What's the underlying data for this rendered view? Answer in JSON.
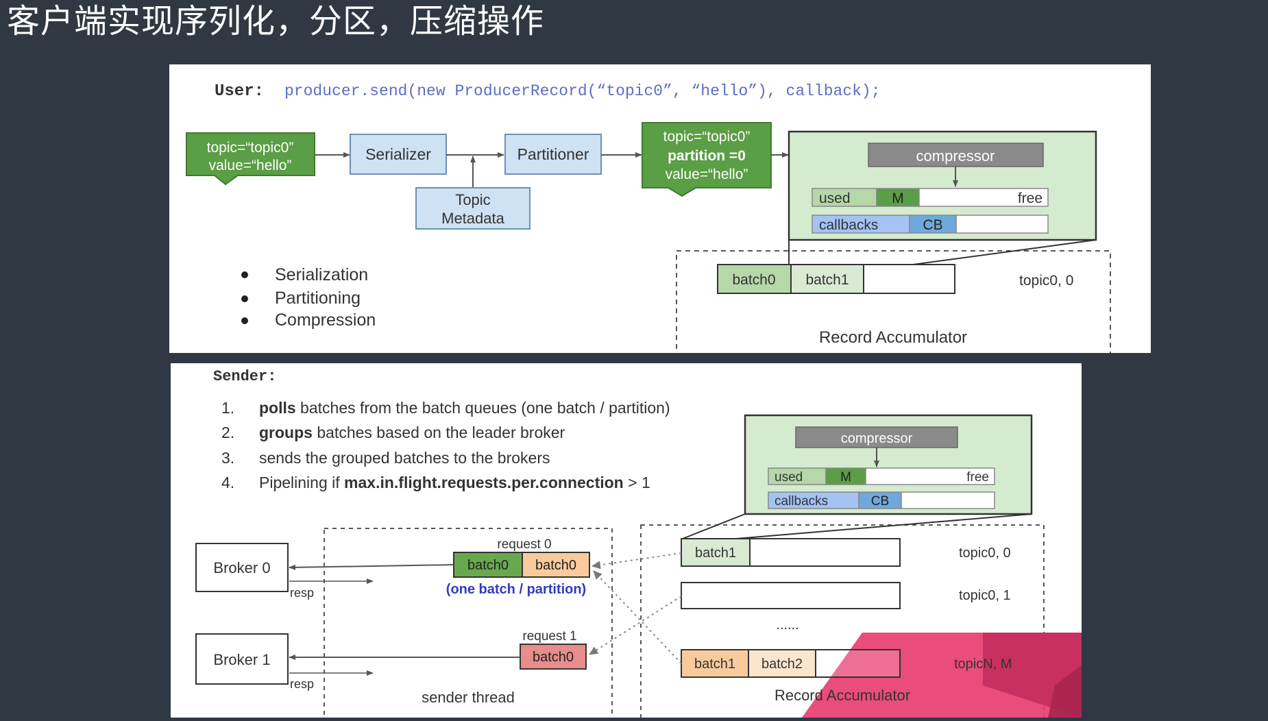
{
  "title": "客户端实现序列化，分区，压缩操作",
  "top": {
    "code_label": "User:",
    "code": "producer.send(new ProducerRecord(“topic0”, “hello”), callback);",
    "record_in": [
      "topic=“topic0”",
      "value=“hello”"
    ],
    "serializer": "Serializer",
    "partitioner": "Partitioner",
    "topic_metadata": [
      "Topic",
      "Metadata"
    ],
    "record_out": [
      "topic=“topic0”",
      "partition =0",
      "value=“hello”"
    ],
    "compressor": "compressor",
    "used": "used",
    "m": "M",
    "free": "free",
    "callbacks": "callbacks",
    "cb": "CB",
    "batch0": "batch0",
    "batch1": "batch1",
    "queue_label": "topic0, 0",
    "accumulator": "Record Accumulator",
    "bullets": [
      "Serialization",
      "Partitioning",
      "Compression"
    ]
  },
  "bottom": {
    "code_label": "Sender:",
    "steps": [
      {
        "num": "1.",
        "bold": "polls",
        "rest": " batches from the batch queues (one batch / partition)"
      },
      {
        "num": "2.",
        "bold": "groups",
        "rest": " batches based on the leader broker"
      },
      {
        "num": "3.",
        "pre": "sends the grouped batches to the brokers"
      },
      {
        "num": "4.",
        "pre": "Pipelining if ",
        "bold": "max.in.flight.requests.per.connection",
        "rest": " > 1"
      }
    ],
    "compressor": "compressor",
    "used": "used",
    "m": "M",
    "free": "free",
    "callbacks": "callbacks",
    "cb": "CB",
    "broker0": "Broker 0",
    "broker1": "Broker 1",
    "resp": "resp",
    "request0": "request 0",
    "request1": "request 1",
    "batch0": "batch0",
    "one_batch": "(one batch / partition)",
    "sender_thread": "sender thread",
    "batch1": "batch1",
    "batch2": "batch2",
    "dots": "......",
    "q1": "topic0, 0",
    "q2": "topic0, 1",
    "q3": "topicN, M",
    "accumulator": "Record Accumulator"
  },
  "colors": {
    "background": "#2f3843",
    "green_dark": "#4e9a3c",
    "green_light": "#d5ebcf",
    "blue_light": "#cfe2f3",
    "blue_mid": "#6fa8dc",
    "grey_box": "#8a8a8a",
    "orange": "#f9cb9c",
    "red": "#e06666",
    "pink": "#e8386e"
  }
}
